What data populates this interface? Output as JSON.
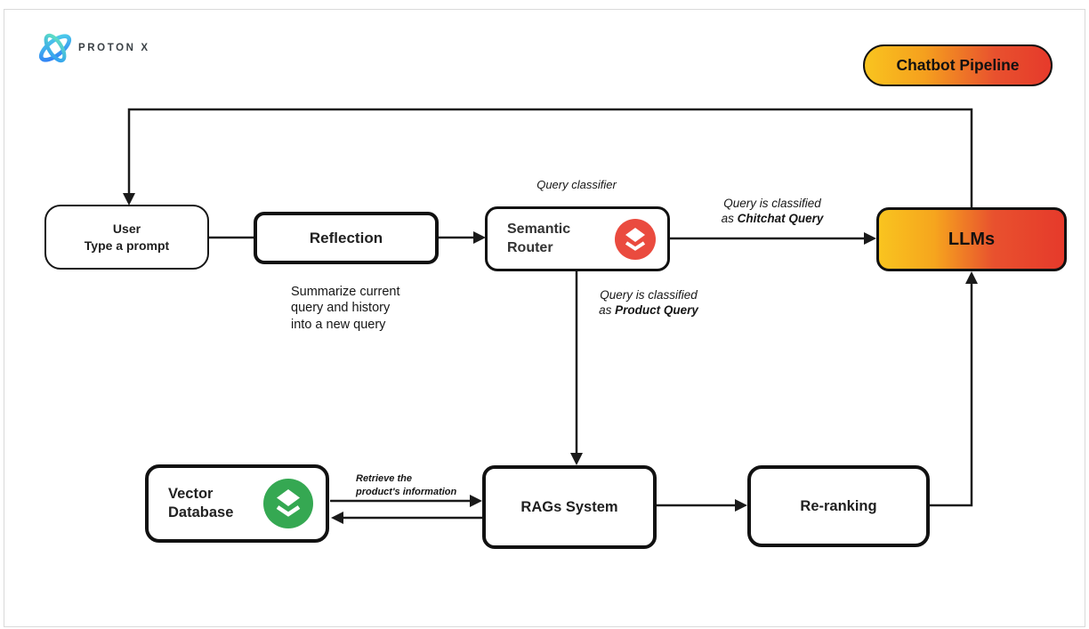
{
  "logo": {
    "text": "PROTON X"
  },
  "badge": {
    "label": "Chatbot Pipeline"
  },
  "colors": {
    "gradient_yellow": "#F9C41F",
    "gradient_red": "#E63A2B",
    "router_icon_red": "#EA4B3F",
    "database_icon_green": "#35A852",
    "line_black": "#1A1A1A"
  },
  "nodes": {
    "user": {
      "line1": "User",
      "line2": "Type a prompt"
    },
    "reflection": {
      "label": "Reflection"
    },
    "semantic_router": {
      "line1": "Semantic",
      "line2": "Router"
    },
    "llms": {
      "label": "LLMs"
    },
    "vector_database": {
      "line1": "Vector",
      "line2": "Database"
    },
    "rags_system": {
      "label": "RAGs System"
    },
    "re_ranking": {
      "label": "Re-ranking"
    }
  },
  "annotations": {
    "query_classifier": "Query classifier",
    "chitchat": {
      "line1": "Query is classified",
      "line2_prefix": "as ",
      "line2_bold": "Chitchat Query"
    },
    "product": {
      "line1": "Query is classified",
      "line2_prefix": "as ",
      "line2_bold": "Product Query"
    },
    "summarize": {
      "line1": "Summarize current",
      "line2": "query and history",
      "line3": "into a new query"
    },
    "retrieve": {
      "line1": "Retrieve the",
      "line2": "product's information"
    }
  }
}
